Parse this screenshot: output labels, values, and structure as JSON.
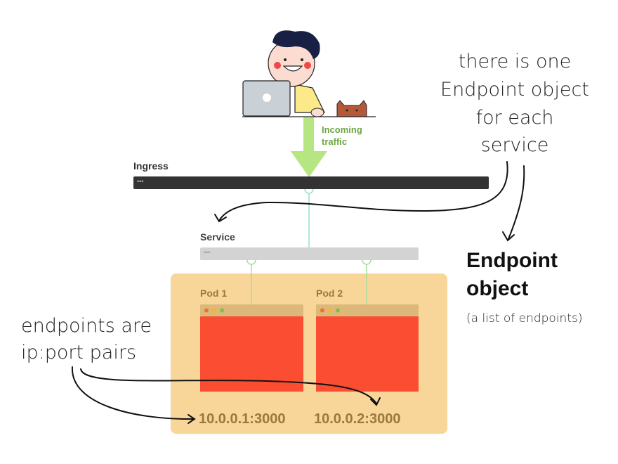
{
  "incoming_traffic": [
    "Incoming",
    "traffic"
  ],
  "ingress": {
    "label": "Ingress"
  },
  "service": {
    "label": "Service"
  },
  "pods": [
    {
      "label": "Pod 1",
      "endpoint": "10.0.0.1:3000"
    },
    {
      "label": "Pod 2",
      "endpoint": "10.0.0.2:3000"
    }
  ],
  "annotation_right": [
    "there is one",
    "Endpoint object",
    "for each",
    "service"
  ],
  "endpoint_object": {
    "title": [
      "Endpoint",
      "object"
    ],
    "subtitle": "(a list of endpoints)"
  },
  "annotation_left": [
    "endpoints are",
    "ip:port pairs"
  ],
  "colors": {
    "arrow": "#b5e681",
    "traffic_text": "#6da544",
    "pod_box": "#f8d598",
    "pod_body": "#fb4d32",
    "pod_text": "#9a7a3c",
    "connector": "#93e3c0"
  }
}
